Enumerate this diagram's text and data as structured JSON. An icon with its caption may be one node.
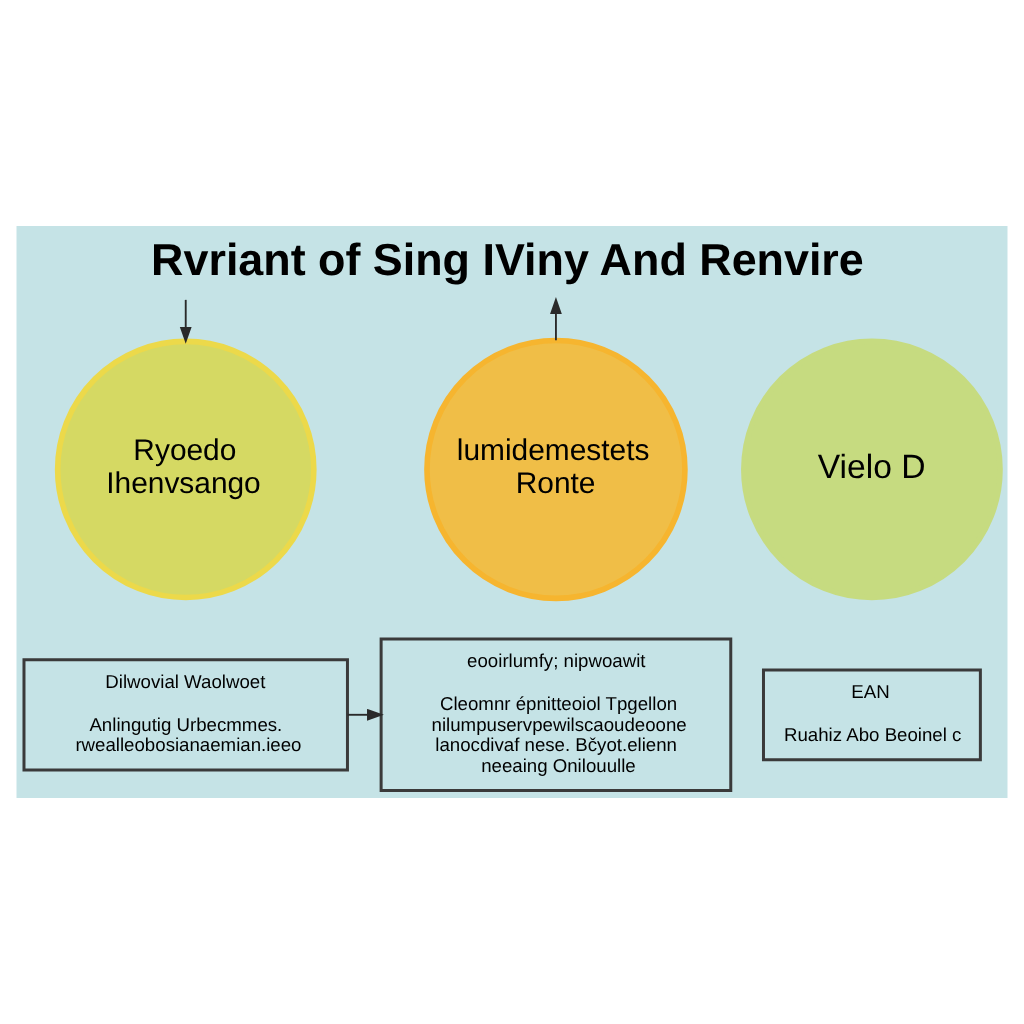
{
  "diagram": {
    "title": "Rvriant of Sing IViny And Renvire",
    "nodes": [
      {
        "text": [
          "Ryoedo Ihenvsango"
        ]
      },
      {
        "text": [
          "lumidemestets Ronte"
        ]
      },
      {
        "text": [
          "Vielo D"
        ]
      },
      {
        "text": [
          "Dilwovial Waolwoet",
          "Anlingutig Urbecmmes. rwealleobosianaemian.ieeo"
        ]
      },
      {
        "text": [
          "eooirlumfy; nipwoawit",
          "Cleomnr épnitteoiol Tpgellon nilumpuservpewilscaoudeoone lanocdivaf nese. Bčyot.elienn neeaing Onilouulle"
        ]
      },
      {
        "text": [
          "EAN",
          "Ruahiz Abo Beoinel c"
        ]
      }
    ],
    "edges": [
      {
        "from": null,
        "to": 0,
        "arrow": "to"
      },
      {
        "from": 1,
        "to": null,
        "arrow": "to"
      },
      {
        "from": 3,
        "to": 4,
        "arrow": "to"
      }
    ]
  }
}
